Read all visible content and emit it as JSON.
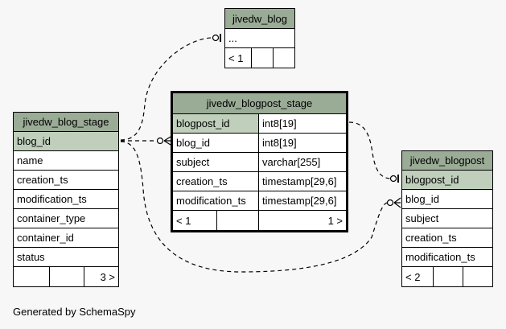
{
  "tables": {
    "blog": {
      "name": "jivedw_blog",
      "columns": [
        {
          "name": "..."
        }
      ],
      "footer": [
        "< 1",
        "",
        ""
      ]
    },
    "blog_stage": {
      "name": "jivedw_blog_stage",
      "columns": [
        {
          "name": "blog_id"
        },
        {
          "name": "name"
        },
        {
          "name": "creation_ts"
        },
        {
          "name": "modification_ts"
        },
        {
          "name": "container_type"
        },
        {
          "name": "container_id"
        },
        {
          "name": "status"
        }
      ],
      "footer": [
        "",
        "",
        "3 >"
      ]
    },
    "blogpost_stage": {
      "name": "jivedw_blogpost_stage",
      "columns": [
        {
          "name": "blogpost_id",
          "type": "int8[19]"
        },
        {
          "name": "blog_id",
          "type": "int8[19]"
        },
        {
          "name": "subject",
          "type": "varchar[255]"
        },
        {
          "name": "creation_ts",
          "type": "timestamp[29,6]"
        },
        {
          "name": "modification_ts",
          "type": "timestamp[29,6]"
        }
      ],
      "footer": [
        "< 1",
        "",
        "1 >"
      ]
    },
    "blogpost": {
      "name": "jivedw_blogpost",
      "columns": [
        {
          "name": "blogpost_id"
        },
        {
          "name": "blog_id"
        },
        {
          "name": "subject"
        },
        {
          "name": "creation_ts"
        },
        {
          "name": "modification_ts"
        }
      ],
      "footer": [
        "< 2",
        "",
        ""
      ]
    }
  },
  "relationships": [
    {
      "from": "jivedw_blog_stage.blog_id",
      "to": "jivedw_blog"
    },
    {
      "from": "jivedw_blog_stage.blog_id",
      "to": "jivedw_blogpost_stage.blog_id"
    },
    {
      "from": "jivedw_blog_stage.blog_id",
      "to": "jivedw_blogpost.blog_id"
    },
    {
      "from": "jivedw_blogpost_stage.blogpost_id",
      "to": "jivedw_blogpost.blogpost_id"
    }
  ],
  "footer_text": "Generated by SchemaSpy",
  "colors": {
    "header": "#9aab96",
    "pk_cell": "#bfcfbb",
    "background": "#f7f7f7",
    "line": "#000000"
  }
}
